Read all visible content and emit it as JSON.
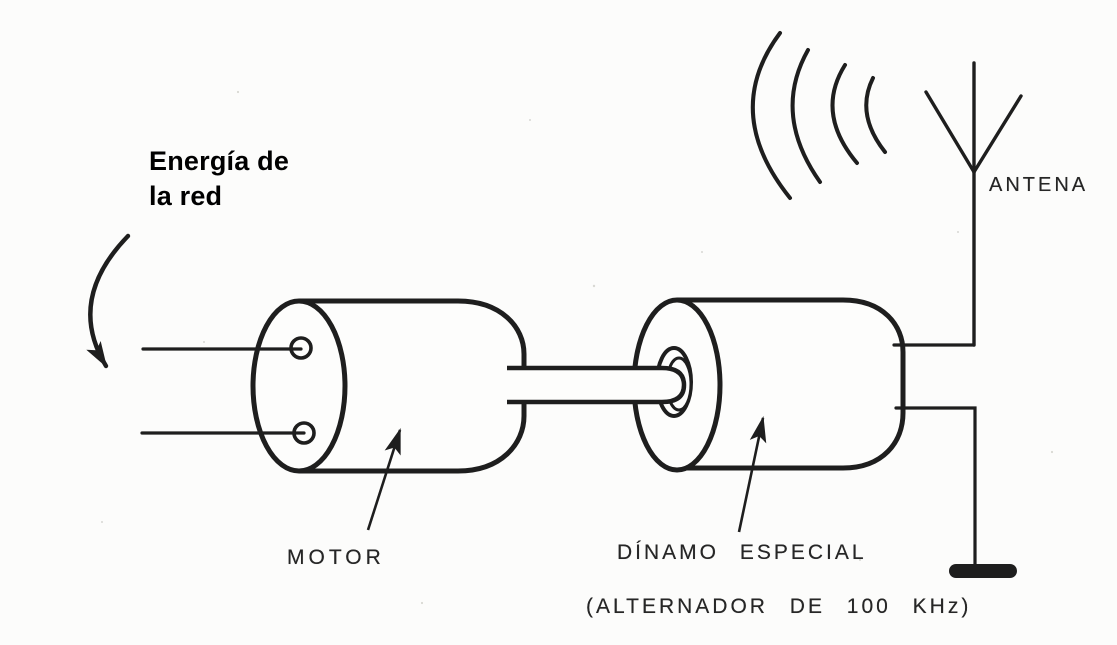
{
  "labels": {
    "energy": {
      "line1": "Energía de",
      "line2": "la red"
    },
    "motor": "MOTOR",
    "dynamo": "DÍNAMO ESPECIAL",
    "alternator": "(ALTERNADOR DE 100 KHz)",
    "antenna": "ANTENA"
  },
  "icons": {
    "radio-waves": "four arcs radiating from antenna tip",
    "antenna": "vertical mast with V-shaped top",
    "ground": "solid horizontal ground bar",
    "energy-arrow": "curved arrow pointing to mains wires",
    "pointer-arrow": "straight callout arrow"
  },
  "colors": {
    "ink": "#1e1e1e",
    "paper": "#fcfcfb",
    "caption": "#000000"
  }
}
